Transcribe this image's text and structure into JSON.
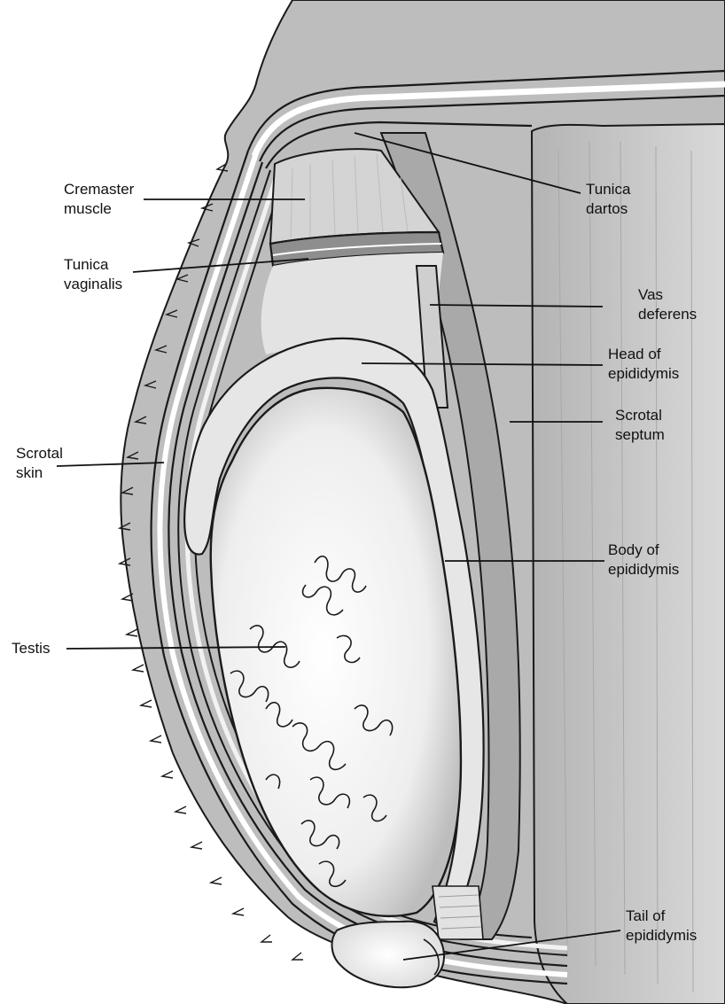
{
  "colors": {
    "skin_gray": "#b9b9b9",
    "septum_gray": "#c9c9c9",
    "muscle_gray": "#d6d6d6",
    "testis_white": "#f7f7f7",
    "outline": "#1a1a1a",
    "background": "#ffffff"
  },
  "labels": {
    "cremaster": {
      "line1": "Cremaster",
      "line2": "muscle"
    },
    "tunica_vaginalis": {
      "line1": "Tunica",
      "line2": "vaginalis"
    },
    "scrotal_skin": {
      "line1": "Scrotal",
      "line2": "skin"
    },
    "testis": {
      "line1": "Testis"
    },
    "tunica_dartos": {
      "line1": "Tunica",
      "line2": "dartos"
    },
    "vas_deferens": {
      "line1": "Vas",
      "line2": "deferens"
    },
    "head_epididymis": {
      "line1": "Head of",
      "line2": "epididymis"
    },
    "scrotal_septum": {
      "line1": "Scrotal",
      "line2": "septum"
    },
    "body_epididymis": {
      "line1": "Body of",
      "line2": "epididymis"
    },
    "tail_epididymis": {
      "line1": "Tail of",
      "line2": "epididymis"
    }
  }
}
